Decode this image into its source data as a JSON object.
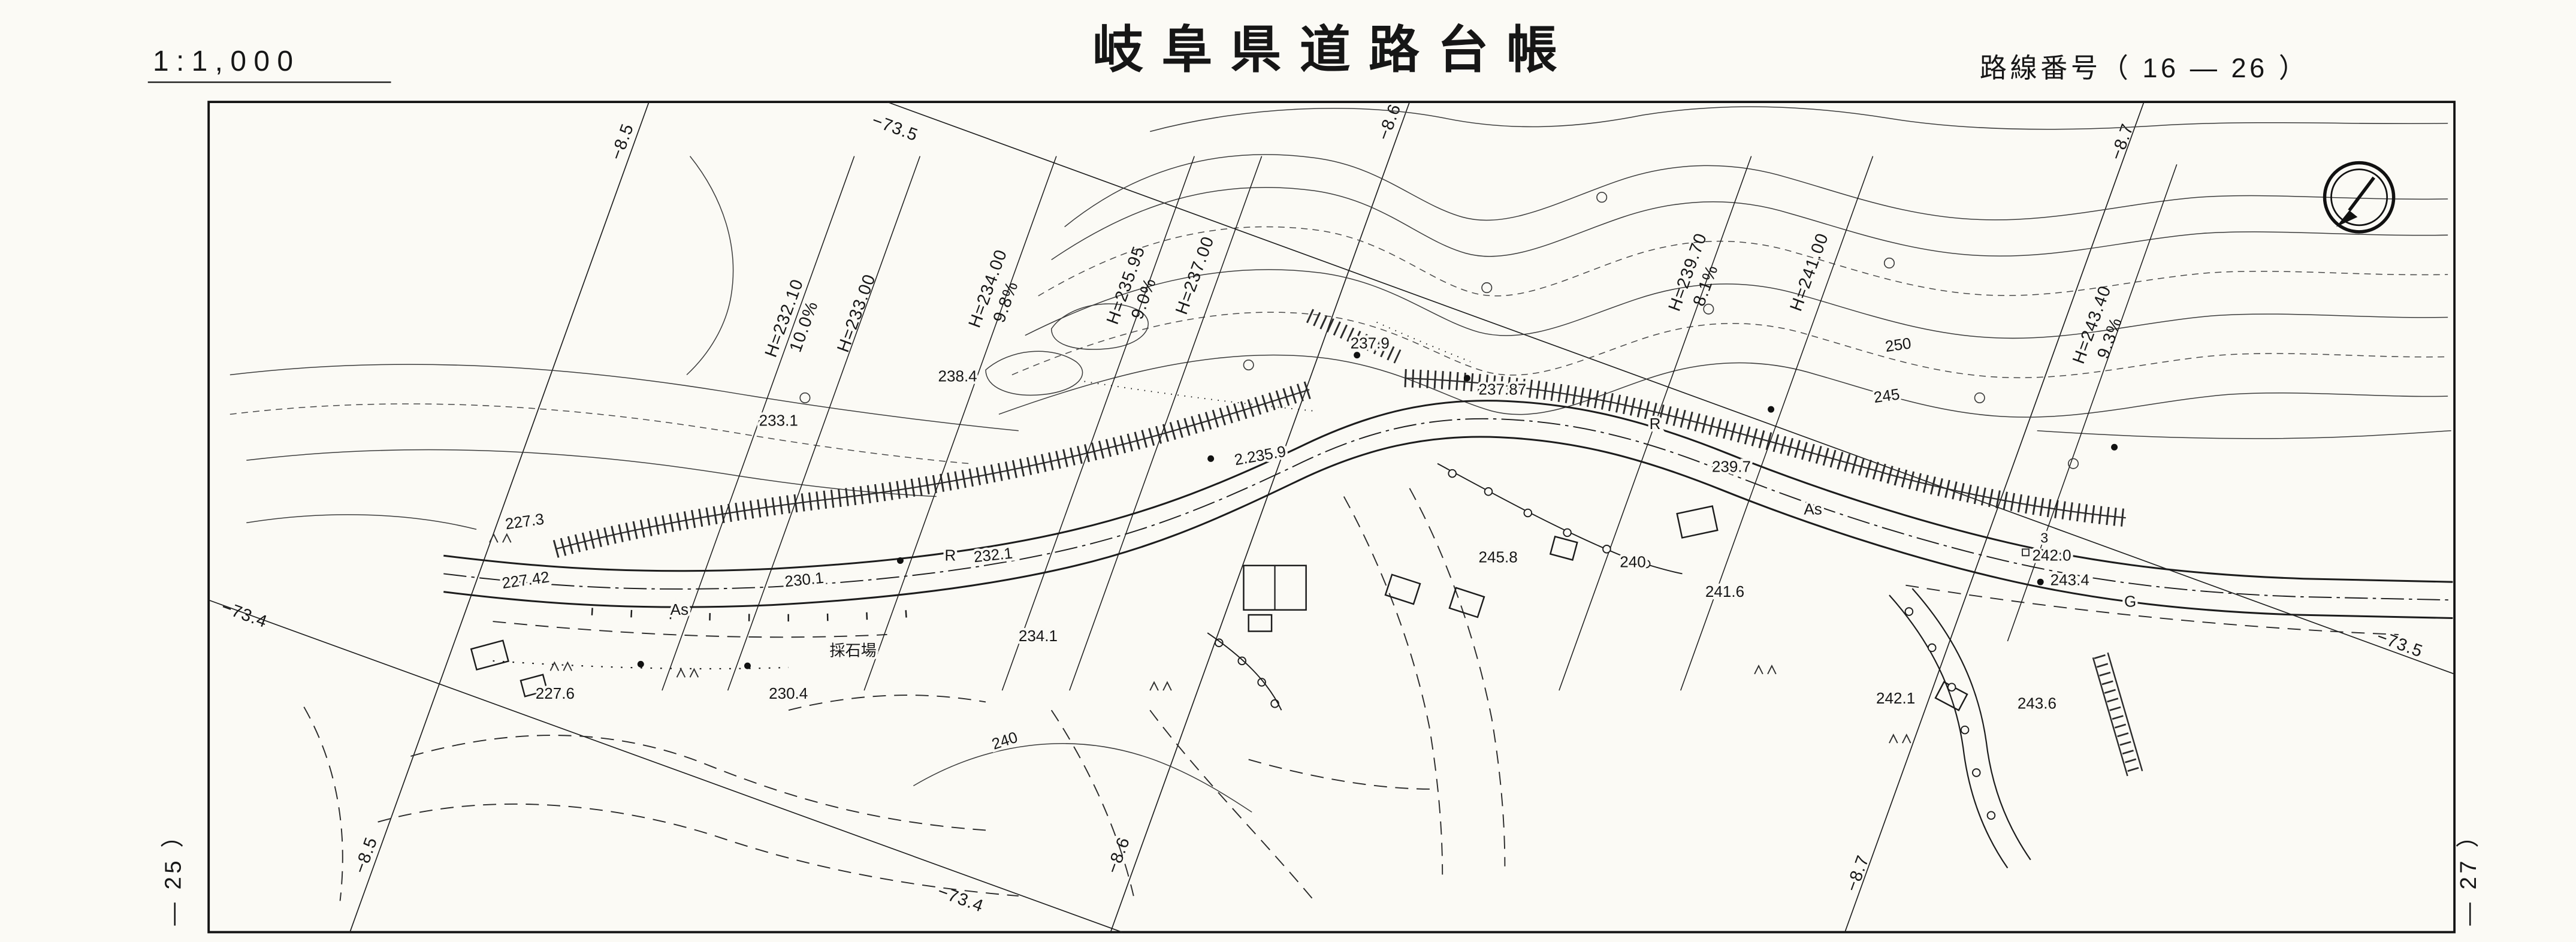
{
  "header": {
    "scale": "1:1,000",
    "title": "岐阜県道路台帳",
    "route_label": "路線番号（ 16 ― 26 ）"
  },
  "sheet_refs": {
    "left": "― 25 ）",
    "right": "― 27 ）"
  },
  "grid_labels": {
    "g85": "−8.5",
    "g86": "−8.6",
    "g87": "−8.7",
    "g734": "−73.4",
    "g735": "−73.5"
  },
  "stations": [
    {
      "h": "H=232.10",
      "grade": "10.0%"
    },
    {
      "h": "H=233.00",
      "grade": ""
    },
    {
      "h": "H=234.00",
      "grade": "9.8%"
    },
    {
      "h": "H=235.95",
      "grade": "9.0%"
    },
    {
      "h": "H=237.00",
      "grade": ""
    },
    {
      "h": "H=239.70",
      "grade": "8.1%"
    },
    {
      "h": "H=241.00",
      "grade": ""
    },
    {
      "h": "H=243.40",
      "grade": "9.3%"
    }
  ],
  "spot_elevations": [
    "238.4",
    "233.1",
    "227.3",
    "227.42",
    "227.6",
    "230.1",
    "230.4",
    "232.1",
    "234.1",
    "2.235.9",
    "237.9",
    "237.87",
    "239.7",
    "245.8",
    "240",
    "241.6",
    "242.0",
    "3",
    "243.4",
    "242.1",
    "243.6"
  ],
  "contour_labels": [
    "250",
    "245",
    "240"
  ],
  "road_labels": {
    "as_left": "As",
    "as_right": "As",
    "r_left": "R",
    "r_right": "R",
    "g_right": "G"
  },
  "place_labels": {
    "quarry": "採石場"
  }
}
